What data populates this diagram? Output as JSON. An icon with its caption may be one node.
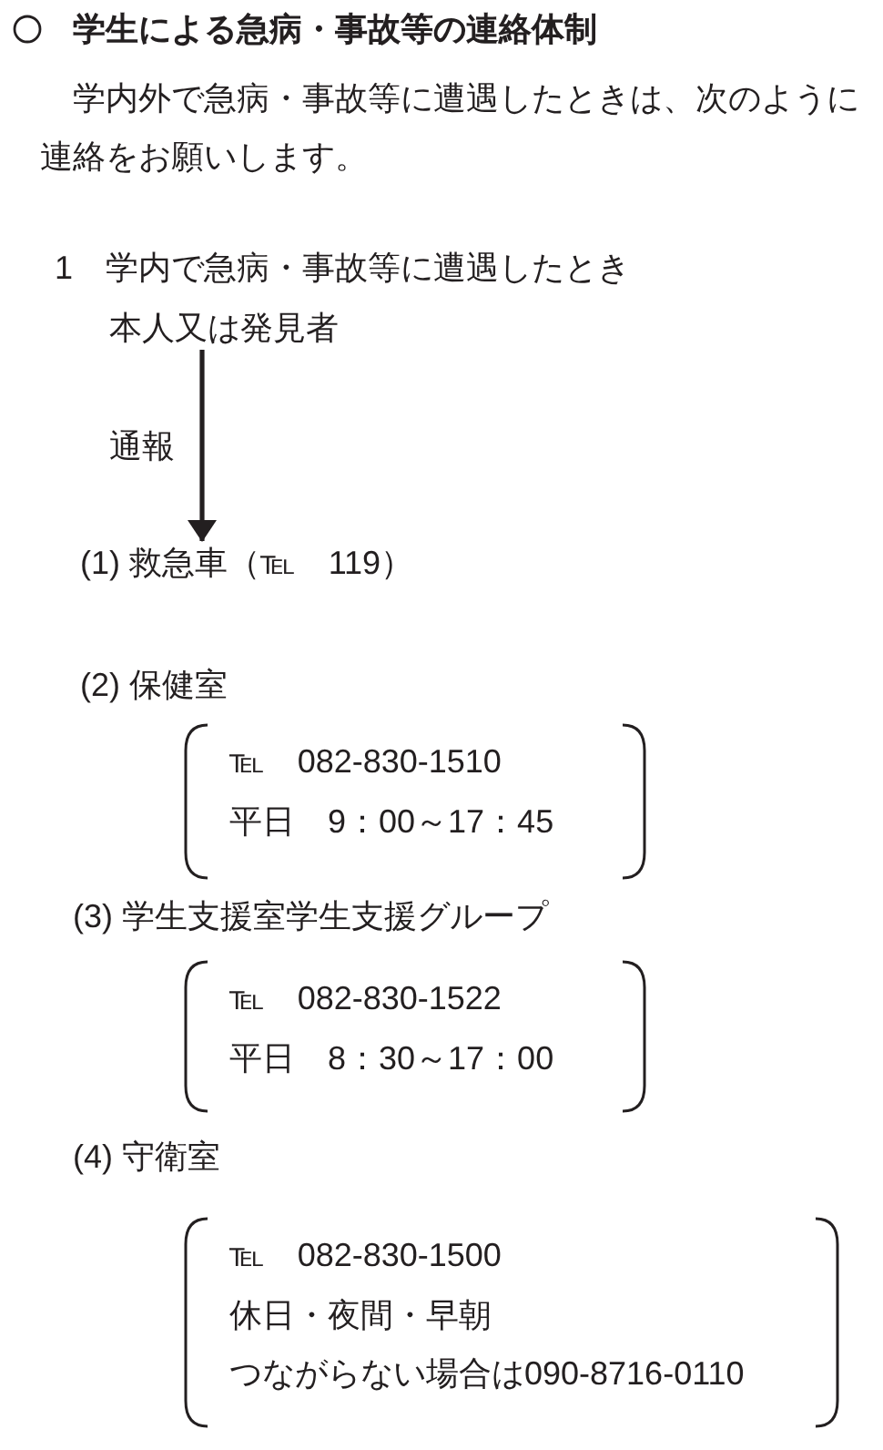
{
  "diagram": {
    "title": "学生による急病・事故等の連絡体制",
    "nodes": [
      {
        "text": [
          "本人又は発見者"
        ]
      },
      {
        "text": [
          "(1) 救急車（℡　119）"
        ]
      },
      {
        "text": [
          "(2) 保健室",
          "℡　082-830-1510",
          "平日　9：00～17：45"
        ]
      },
      {
        "text": [
          "(3) 学生支援室学生支援グループ",
          "℡　082-830-1522",
          "平日　8：30～17：00"
        ]
      },
      {
        "text": [
          "(4) 守衛室",
          "℡　082-830-1500",
          "休日・夜間・早朝",
          "つながらない場合は090-8716-0110"
        ]
      }
    ],
    "edges": [
      {
        "from": 0,
        "to": 1,
        "arrow": "to",
        "label": "通報"
      }
    ],
    "labels": [
      "学内外で急病・事故等に遭遇したときは、次のように連絡をお願いします。",
      "1　学内で急病・事故等に遭遇したとき"
    ]
  }
}
